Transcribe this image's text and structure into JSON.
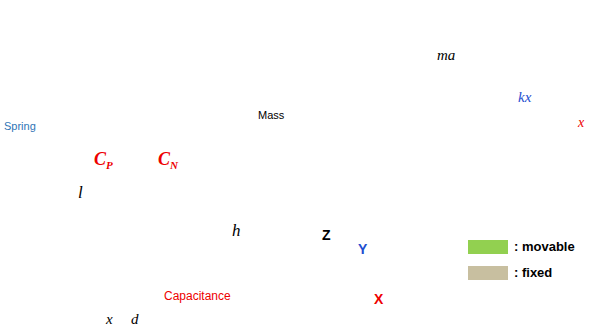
{
  "diagram": {
    "labels": [
      "Spring",
      "Mass",
      "C",
      "P",
      "C",
      "N",
      "ma",
      "kx",
      "x",
      "l",
      "h",
      "x",
      "d",
      "Capacitance",
      "Z",
      "Y",
      "X"
    ],
    "legend": [
      {
        "text": ": movable",
        "color": "#92d050"
      },
      {
        "text": ": fixed",
        "color": "#c8bfa0"
      }
    ]
  }
}
